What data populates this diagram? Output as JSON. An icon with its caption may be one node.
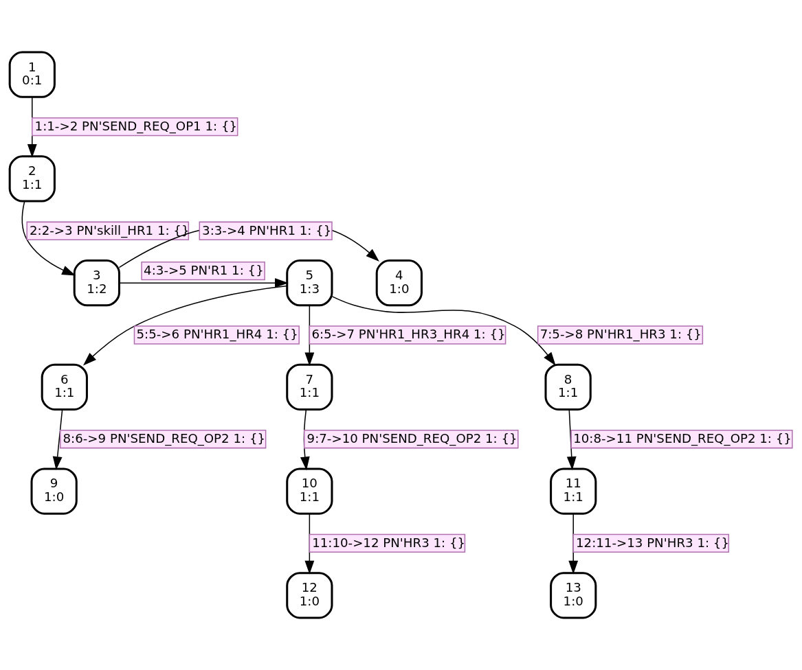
{
  "diagram": {
    "nodes": [
      {
        "text": [
          "1",
          "0:1"
        ]
      },
      {
        "text": [
          "2",
          "1:1"
        ]
      },
      {
        "text": [
          "3",
          "1:2"
        ]
      },
      {
        "text": [
          "4",
          "1:0"
        ]
      },
      {
        "text": [
          "5",
          "1:3"
        ]
      },
      {
        "text": [
          "6",
          "1:1"
        ]
      },
      {
        "text": [
          "7",
          "1:1"
        ]
      },
      {
        "text": [
          "8",
          "1:1"
        ]
      },
      {
        "text": [
          "9",
          "1:0"
        ]
      },
      {
        "text": [
          "10",
          "1:1"
        ]
      },
      {
        "text": [
          "11",
          "1:1"
        ]
      },
      {
        "text": [
          "12",
          "1:0"
        ]
      },
      {
        "text": [
          "13",
          "1:0"
        ]
      }
    ],
    "edges": [
      {
        "from": 0,
        "to": 1,
        "arrow": "to",
        "label": "1:1->2 PN'SEND_REQ_OP1 1: {}"
      },
      {
        "from": 1,
        "to": 2,
        "arrow": "to",
        "label": "2:2->3 PN'skill_HR1 1: {}"
      },
      {
        "from": 2,
        "to": 3,
        "arrow": "to",
        "label": "3:3->4 PN'HR1 1: {}"
      },
      {
        "from": 2,
        "to": 4,
        "arrow": "to",
        "label": "4:3->5 PN'R1 1: {}"
      },
      {
        "from": 4,
        "to": 5,
        "arrow": "to",
        "label": "5:5->6 PN'HR1_HR4 1: {}"
      },
      {
        "from": 4,
        "to": 7,
        "arrow": "to",
        "label": "7:5->8 PN'HR1_HR3 1: {}"
      },
      {
        "from": 4,
        "to": 6,
        "arrow": "to",
        "label": "6:5->7 PN'HR1_HR3_HR4 1: {}"
      },
      {
        "from": 5,
        "to": 8,
        "arrow": "to",
        "label": "8:6->9 PN'SEND_REQ_OP2 1: {}"
      },
      {
        "from": 7,
        "to": 10,
        "arrow": "to",
        "label": "10:8->11 PN'SEND_REQ_OP2 1: {}"
      },
      {
        "from": 6,
        "to": 9,
        "arrow": "to",
        "label": "9:7->10 PN'SEND_REQ_OP2 1: {}"
      },
      {
        "from": 10,
        "to": 12,
        "arrow": "to",
        "label": "12:11->13 PN'HR3 1: {}"
      },
      {
        "from": 9,
        "to": 11,
        "arrow": "to",
        "label": "11:10->12 PN'HR3 1: {}"
      }
    ]
  }
}
